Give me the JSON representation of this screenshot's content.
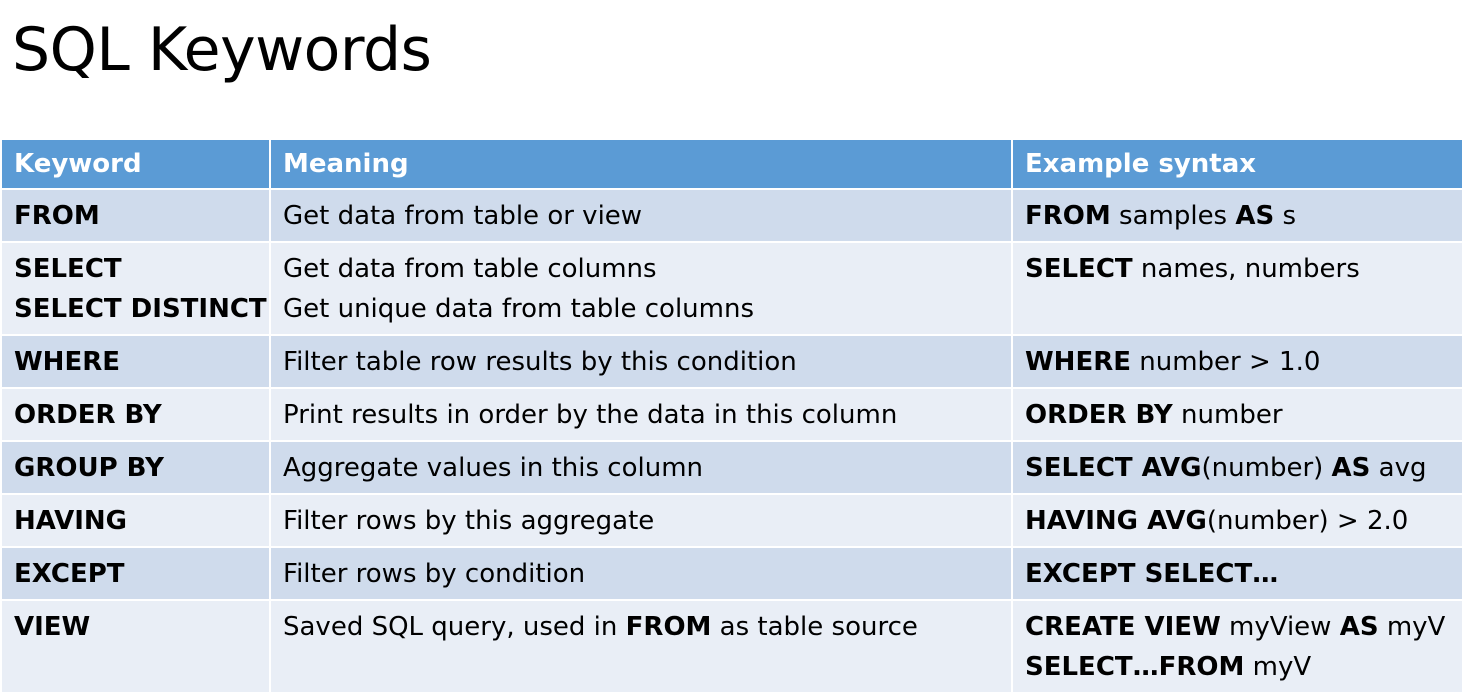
{
  "slide": {
    "title": "SQL Keywords"
  },
  "table": {
    "headers": [
      "Keyword",
      "Meaning",
      "Example syntax"
    ],
    "rows": [
      {
        "keyword": [
          "FROM"
        ],
        "meaning": [
          "Get data from table or view"
        ],
        "example": [
          [
            "FROM",
            " samples ",
            "AS",
            " s"
          ]
        ]
      },
      {
        "keyword": [
          "SELECT",
          "SELECT DISTINCT"
        ],
        "meaning": [
          "Get data from table columns",
          "Get unique data from table columns"
        ],
        "example": [
          [
            "SELECT",
            " names, numbers"
          ]
        ]
      },
      {
        "keyword": [
          "WHERE"
        ],
        "meaning": [
          "Filter table row results by this condition"
        ],
        "example": [
          [
            "WHERE",
            " number > 1.0"
          ]
        ]
      },
      {
        "keyword": [
          "ORDER BY"
        ],
        "meaning": [
          "Print results in order by the data in this column"
        ],
        "example": [
          [
            "ORDER BY",
            " number"
          ]
        ]
      },
      {
        "keyword": [
          "GROUP BY"
        ],
        "meaning": [
          "Aggregate values in this column"
        ],
        "example": [
          [
            "SELECT AVG",
            "(number) ",
            "AS",
            " avg"
          ]
        ]
      },
      {
        "keyword": [
          "HAVING"
        ],
        "meaning": [
          "Filter rows by this aggregate"
        ],
        "example": [
          [
            "HAVING AVG",
            "(number) > 2.0"
          ]
        ]
      },
      {
        "keyword": [
          "EXCEPT"
        ],
        "meaning": [
          "Filter rows by condition"
        ],
        "example": [
          [
            "EXCEPT SELECT…"
          ]
        ]
      },
      {
        "keyword": [
          "VIEW"
        ],
        "meaning_parts": [
          "Saved SQL query, used in ",
          "FROM",
          " as table source"
        ],
        "example": [
          [
            "CREATE VIEW",
            " myView ",
            "AS",
            " myV"
          ],
          [
            "SELECT…FROM",
            " myV"
          ]
        ]
      }
    ]
  }
}
